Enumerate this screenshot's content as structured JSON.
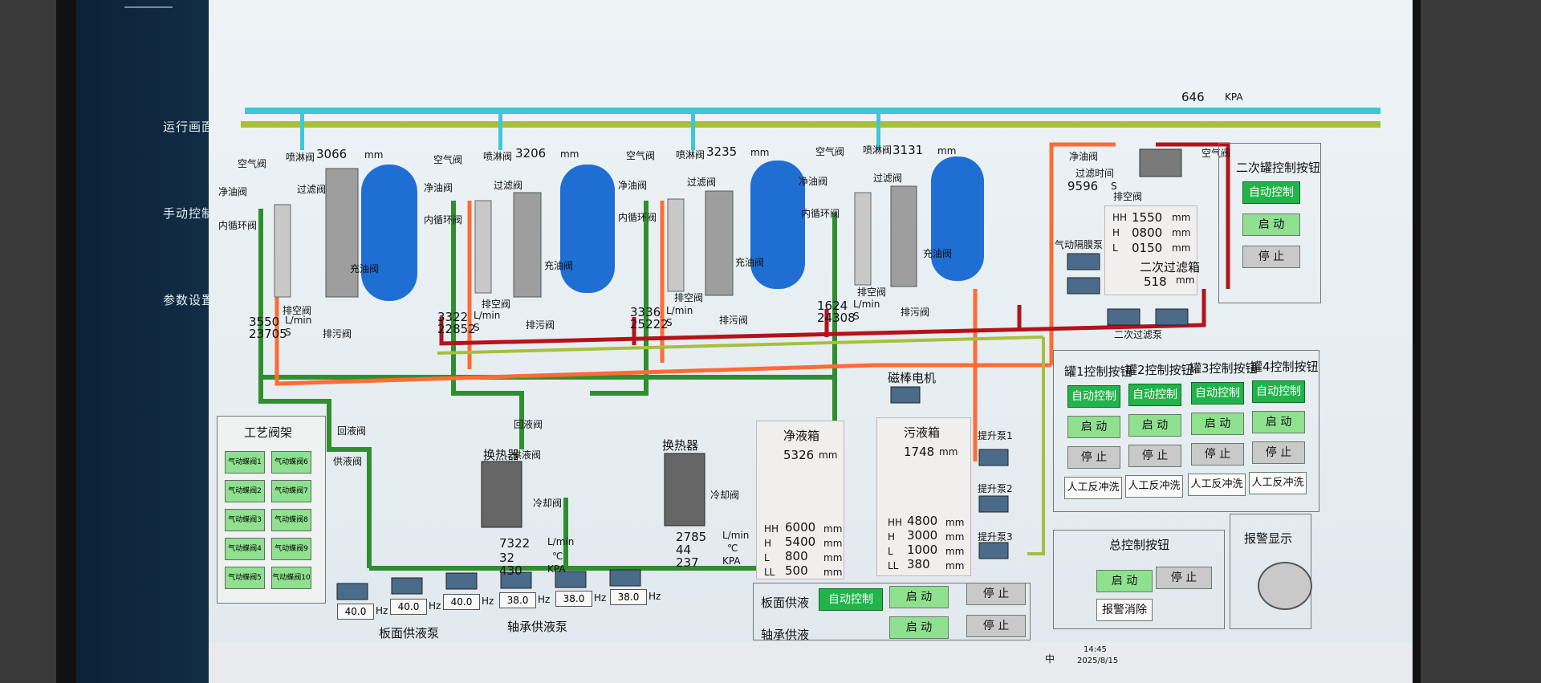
{
  "sidebar": {
    "items": [
      "运行画面",
      "手动控制",
      "参数设置"
    ]
  },
  "header": {
    "pressure_value": "646",
    "pressure_unit": "KPA"
  },
  "tanks": [
    {
      "name": "罐1",
      "level": "3066",
      "unit": "mm",
      "flow": "3550",
      "total": "23705",
      "flow_unit": "L/min",
      "total_unit": "S"
    },
    {
      "name": "罐2",
      "level": "3206",
      "unit": "mm",
      "flow": "3322",
      "total": "22852",
      "flow_unit": "L/min",
      "total_unit": "S"
    },
    {
      "name": "罐3",
      "level": "3235",
      "unit": "mm",
      "flow": "3336",
      "total": "25222",
      "flow_unit": "L/min",
      "total_unit": "S"
    },
    {
      "name": "罐4",
      "level": "3131",
      "unit": "mm",
      "flow": "1624",
      "total": "24308",
      "flow_unit": "L/min",
      "total_unit": "S"
    }
  ],
  "valve_labels": {
    "air": "空气阀",
    "spray": "喷淋阀",
    "filter": "过滤阀",
    "clean_oil": "净油阀",
    "inner_loop": "内循环阀",
    "vent": "排空阀",
    "drain": "排污阀",
    "fill_oil": "充油阀",
    "return": "回液阀",
    "supply": "供液阀",
    "cool": "冷却阀"
  },
  "secondary": {
    "clean_oil": "净油阀",
    "air": "空气阀",
    "filter_time_label": "过滤时间",
    "filter_time": "9596",
    "filter_time_unit": "S",
    "vent": "排空阀",
    "pump_label": "气动隔膜泵",
    "hh": "1550",
    "h": "0800",
    "l": "0150",
    "unit": "mm",
    "name": "二次过滤箱",
    "level": "518",
    "level_unit": "mm",
    "pump2": "二次过滤泵",
    "hh_l": "HH",
    "h_l": "H",
    "l_l": "L"
  },
  "sec_ctrl": {
    "title": "二次罐控制按钮",
    "auto": "自动控制",
    "start": "启 动",
    "stop": "停 止"
  },
  "tank_ctrl": [
    {
      "title": "罐1控制按钮",
      "auto": "自动控制",
      "start": "启 动",
      "stop": "停 止",
      "backwash": "人工反冲洗"
    },
    {
      "title": "罐2控制按钮",
      "auto": "自动控制",
      "start": "启 动",
      "stop": "停 止",
      "backwash": "人工反冲洗"
    },
    {
      "title": "罐3控制按钮",
      "auto": "自动控制",
      "start": "启 动",
      "stop": "停 止",
      "backwash": "人工反冲洗"
    },
    {
      "title": "罐4控制按钮",
      "auto": "自动控制",
      "start": "启 动",
      "stop": "停 止",
      "backwash": "人工反冲洗"
    }
  ],
  "process": {
    "title": "工艺阀架",
    "valves": [
      "气动蝶阀1",
      "气动蝶阀6",
      "气动蝶阀2",
      "气动蝶阀7",
      "气动蝶阀3",
      "气动蝶阀8",
      "气动蝶阀4",
      "气动蝶阀9",
      "气动蝶阀5",
      "气动蝶阀10"
    ]
  },
  "hx": [
    {
      "name": "换热器",
      "flow": "7322",
      "temp": "32",
      "press": "430",
      "u1": "L/min",
      "u2": "℃",
      "u3": "KPA"
    },
    {
      "name": "换热器",
      "flow": "2785",
      "temp": "44",
      "press": "237",
      "u1": "L/min",
      "u2": "℃",
      "u3": "KPA"
    }
  ],
  "clean_tank": {
    "name": "净液箱",
    "level": "5326",
    "unit": "mm",
    "hh": "6000",
    "h": "5400",
    "l": "800",
    "ll": "500",
    "hh_l": "HH",
    "h_l": "H",
    "l_l": "L",
    "ll_l": "LL"
  },
  "dirty_tank": {
    "name": "污液箱",
    "level": "1748",
    "unit": "mm",
    "hh": "4800",
    "h": "3000",
    "l": "1000",
    "ll": "380",
    "hh_l": "HH",
    "h_l": "H",
    "l_l": "L",
    "ll_l": "LL"
  },
  "magnet": "磁棒电机",
  "lift_pumps": [
    "提升泵1",
    "提升泵2",
    "提升泵3"
  ],
  "pumps": {
    "hz": [
      "40.0",
      "40.0",
      "40.0",
      "38.0",
      "38.0",
      "38.0"
    ],
    "hz_unit": "Hz",
    "board_label": "板面供液泵",
    "bearing_label": "轴承供液泵"
  },
  "supply_ctrl": {
    "board": "板面供液",
    "bearing": "轴承供液",
    "auto": "自动控制",
    "start": "启 动",
    "stop": "停 止"
  },
  "main_ctrl": {
    "title": "总控制按钮",
    "start": "启 动",
    "stop": "停 止",
    "reset": "报警消除",
    "alarm_title": "报警显示"
  },
  "taskbar": {
    "time": "14:45",
    "date": "2025/8/15",
    "lang": "中"
  },
  "colors": {
    "cyan": "#3ec7d6",
    "olive": "#a7bf3a",
    "green_pipe": "#2f8f2f",
    "orange_pipe": "#ff6b35",
    "red_pipe": "#b5121b",
    "tank_blue": "#1f6ed4"
  }
}
